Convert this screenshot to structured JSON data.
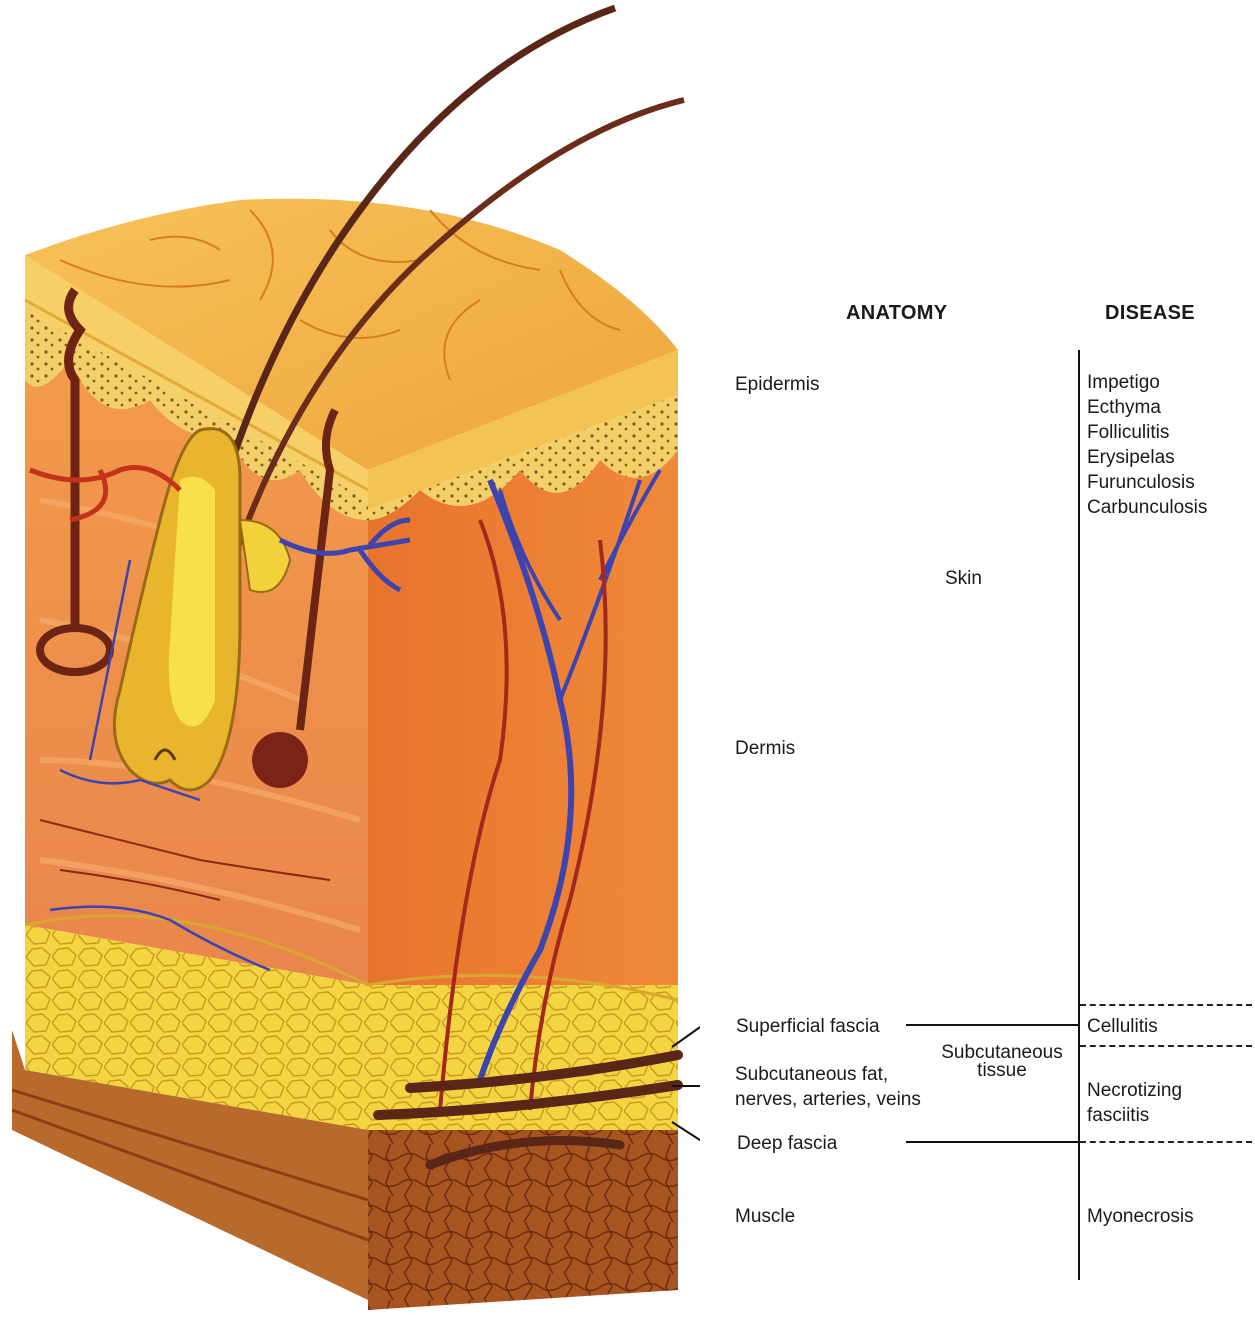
{
  "headers": {
    "anatomy": "ANATOMY",
    "disease": "DISEASE"
  },
  "anatomy": {
    "epidermis": "Epidermis",
    "dermis": "Dermis",
    "skin": "Skin",
    "superficial_fascia": "Superficial fascia",
    "subcutaneous_fat": [
      "Subcutaneous fat,",
      "nerves, arteries, veins"
    ],
    "subcutaneous_tissue": [
      "Subcutaneous",
      "tissue"
    ],
    "deep_fascia": "Deep fascia",
    "muscle": "Muscle"
  },
  "diseases": {
    "skin_diseases": [
      "Impetigo",
      "Ecthyma",
      "Folliculitis",
      "Erysipelas",
      "Furunculosis",
      "Carbunculosis"
    ],
    "cellulitis": "Cellulitis",
    "necrotizing_fasciitis": [
      "Necrotizing",
      "fasciitis"
    ],
    "myonecrosis": "Myonecrosis"
  },
  "colors": {
    "epidermis": "#f2b043",
    "dermis_front": "#ef8b3c",
    "dermis_side": "#e8702b",
    "fat": "#f3d23f",
    "muscle": "#a5501c",
    "vein": "#3c44b0",
    "artery": "#b0261b",
    "hair": "#6b2d1a"
  }
}
